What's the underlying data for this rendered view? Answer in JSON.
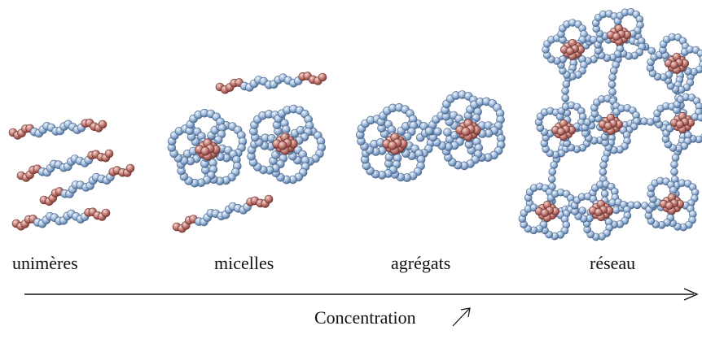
{
  "stages": [
    {
      "id": "unimers",
      "label": "unimères"
    },
    {
      "id": "micelles",
      "label": "micelles"
    },
    {
      "id": "aggregates",
      "label": "agrégats"
    },
    {
      "id": "network",
      "label": "réseau"
    }
  ],
  "axis": {
    "label": "Concentration",
    "trend": "increasing"
  },
  "colors": {
    "hydrophobic_bead": "#b86a62",
    "hydrophilic_bead": "#8fafd3",
    "bead_outline": "#4d6688",
    "axis_line": "#111111"
  }
}
